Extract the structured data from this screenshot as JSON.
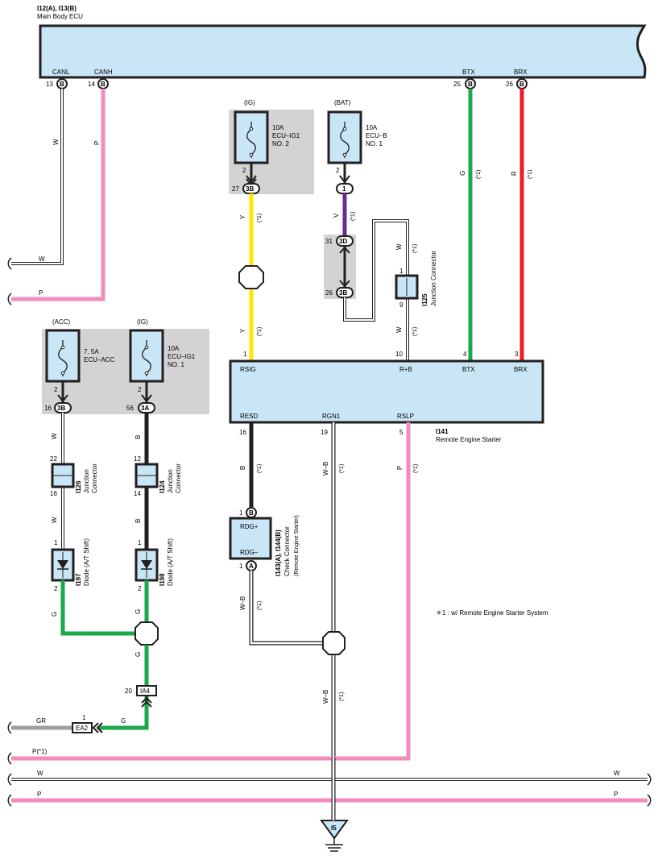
{
  "main_ecu": {
    "code": "I12(A), I13(B)",
    "name": "Main Body ECU",
    "pins": [
      {
        "num": "13",
        "conn": "B",
        "signal": "CANL"
      },
      {
        "num": "14",
        "conn": "B",
        "signal": "CANH"
      },
      {
        "num": "25",
        "conn": "B",
        "signal": "BTX"
      },
      {
        "num": "26",
        "conn": "B",
        "signal": "BRX"
      }
    ]
  },
  "fuses": [
    {
      "supply": "(IG)",
      "rating": "10A",
      "name1": "ECU–IG1",
      "name2": "NO. 2",
      "pin": "2",
      "conn_pin": "27",
      "conn": "3B"
    },
    {
      "supply": "(BAT)",
      "rating": "10A",
      "name1": "ECU–B",
      "name2": "NO. 1",
      "pin": "2",
      "conn": "1"
    },
    {
      "supply": "(ACC)",
      "rating": "7. 5A",
      "name1": "ECU–ACC",
      "name2": "",
      "pin": "2",
      "conn_pin": "16",
      "conn": "3B"
    },
    {
      "supply": "(IG)",
      "rating": "10A",
      "name1": "ECU–IG1",
      "name2": "NO. 1",
      "pin": "2",
      "conn_pin": "56",
      "conn": "3A"
    }
  ],
  "wire_labels": {
    "w": "W",
    "p": "P",
    "g": "G",
    "r": "R",
    "y": "Y",
    "v": "V",
    "b": "B",
    "wb": "W–B",
    "gr": "GR",
    "p_star": "P(*1)",
    "star": "(*1)"
  },
  "connectors": {
    "c31": "31",
    "c3d": "3D",
    "c26": "26",
    "c3b": "3B"
  },
  "junction_i125": {
    "code": "I125",
    "name": "Junction Connector",
    "pin_top": "1",
    "pin_bottom": "9"
  },
  "starter": {
    "code": "I141",
    "name": "Remote Engine Starter",
    "pins_top": [
      {
        "num": "1",
        "label": "RSIG"
      },
      {
        "num": "10",
        "label": "R+B"
      },
      {
        "num": "4",
        "label": "BTX"
      },
      {
        "num": "3",
        "label": "BRX"
      }
    ],
    "pins_bottom": [
      {
        "num": "16",
        "label": "RESD"
      },
      {
        "num": "19",
        "label": "RGN1"
      },
      {
        "num": "5",
        "label": "RSLP"
      }
    ]
  },
  "junction_i126": {
    "code": "I126",
    "name1": "Junction",
    "name2": "Connector",
    "pin_top": "22",
    "pin_bottom": "16"
  },
  "junction_i124": {
    "code": "I124",
    "name1": "Junction",
    "name2": "Connector",
    "pin_top": "12",
    "pin_bottom": "14"
  },
  "diode_i197": {
    "code": "I197",
    "name": "Diode (A/T Shift)",
    "pin_top": "1",
    "pin_bottom": "2"
  },
  "diode_i198": {
    "code": "I198",
    "name": "Diode (A/T Shift)",
    "pin_top": "1",
    "pin_bottom": "2"
  },
  "check_connector": {
    "code": "I143(A), I144(B)",
    "name1": "Check Connector",
    "name2": "(Remote Engine Starter)",
    "pin_top": "1",
    "conn_top": "B",
    "label_top": "RDG+",
    "pin_bottom": "1",
    "conn_bottom": "A",
    "label_bottom": "RDG–"
  },
  "ia4": {
    "pin": "20",
    "label": "IA4"
  },
  "ea2": {
    "pin": "1",
    "label": "EA2"
  },
  "ground": {
    "label": "I5"
  },
  "footnote": "＊1 : w/ Remote Engine Starter System",
  "colors": {
    "panel": "#c8e6f5",
    "fuse_bg": "#d3d3d3",
    "pink": "#f28cbc",
    "green": "#1aa84a",
    "red": "#ed1c24",
    "yellow": "#ffe600",
    "purple": "#6a2c91",
    "black": "#231f20",
    "gray": "#9e9e9e"
  }
}
